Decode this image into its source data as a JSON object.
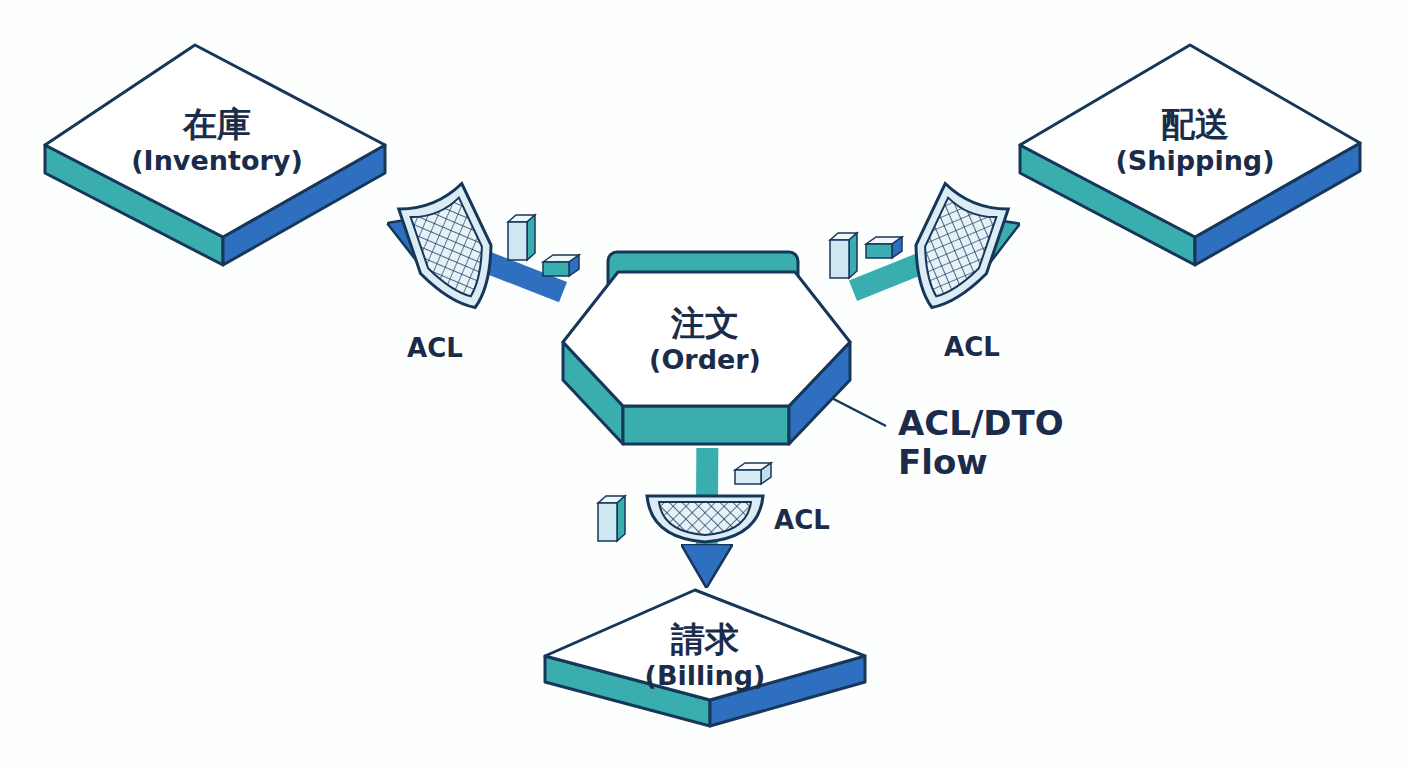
{
  "diagram": {
    "nodes": [
      {
        "text": [
          "在庫",
          "(Inventory)"
        ]
      },
      {
        "text": [
          "配送",
          "(Shipping)"
        ]
      },
      {
        "text": [
          "注文",
          "(Order)"
        ]
      },
      {
        "text": [
          "請求",
          "(Billing)"
        ]
      }
    ],
    "edges": [
      {
        "from": 2,
        "to": 0,
        "arrow": "to",
        "label": "ACL"
      },
      {
        "from": 2,
        "to": 1,
        "arrow": "to",
        "label": "ACL"
      },
      {
        "from": 2,
        "to": 3,
        "arrow": "to",
        "label": "ACL"
      }
    ],
    "labels": [
      "ACL/DTO Flow"
    ]
  }
}
